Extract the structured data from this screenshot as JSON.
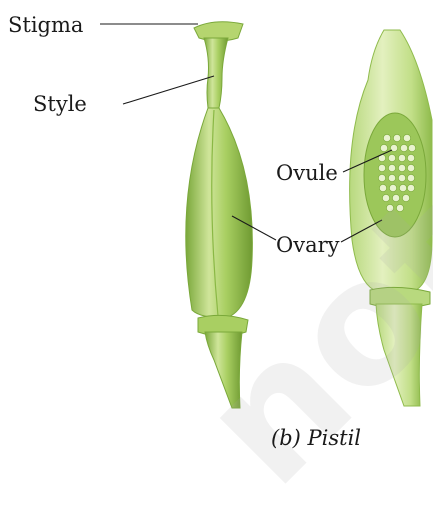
{
  "labels": {
    "stigma": "Stigma",
    "style": "Style",
    "ovule": "Ovule",
    "ovary": "Ovary"
  },
  "caption": "(b) Pistil",
  "watermark": "not to",
  "colors": {
    "pistil_light": "#d6eaa0",
    "pistil_mid": "#a9cf62",
    "pistil_dark": "#7aa83a",
    "ovule": "#e9f3cf",
    "line": "#1a1a1a"
  }
}
